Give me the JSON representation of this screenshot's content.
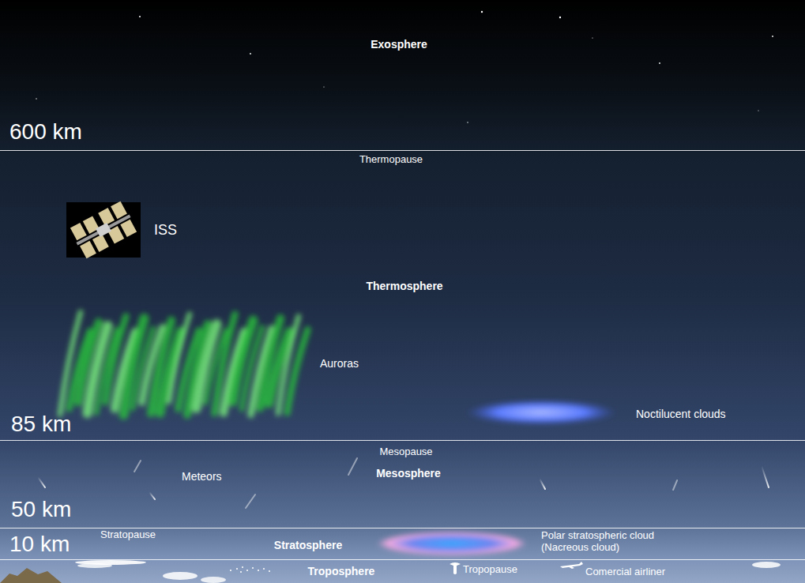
{
  "diagram": {
    "nodes": [
      {
        "text": [
          "Exosphere",
          "600 km"
        ]
      },
      {
        "text": [
          "Thermopause",
          "ISS",
          "Thermosphere",
          "Auroras",
          "Noctilucent clouds",
          "85 km"
        ]
      },
      {
        "text": [
          "Mesopause",
          "Mesosphere",
          "Meteors",
          "50 km"
        ]
      },
      {
        "text": [
          "Stratopause",
          "Stratosphere",
          "Polar stratospheric cloud (Nacreous cloud)",
          "10 km"
        ]
      },
      {
        "text": [
          "Troposphere",
          "Tropopause",
          "Comercial airliner"
        ]
      }
    ]
  }
}
